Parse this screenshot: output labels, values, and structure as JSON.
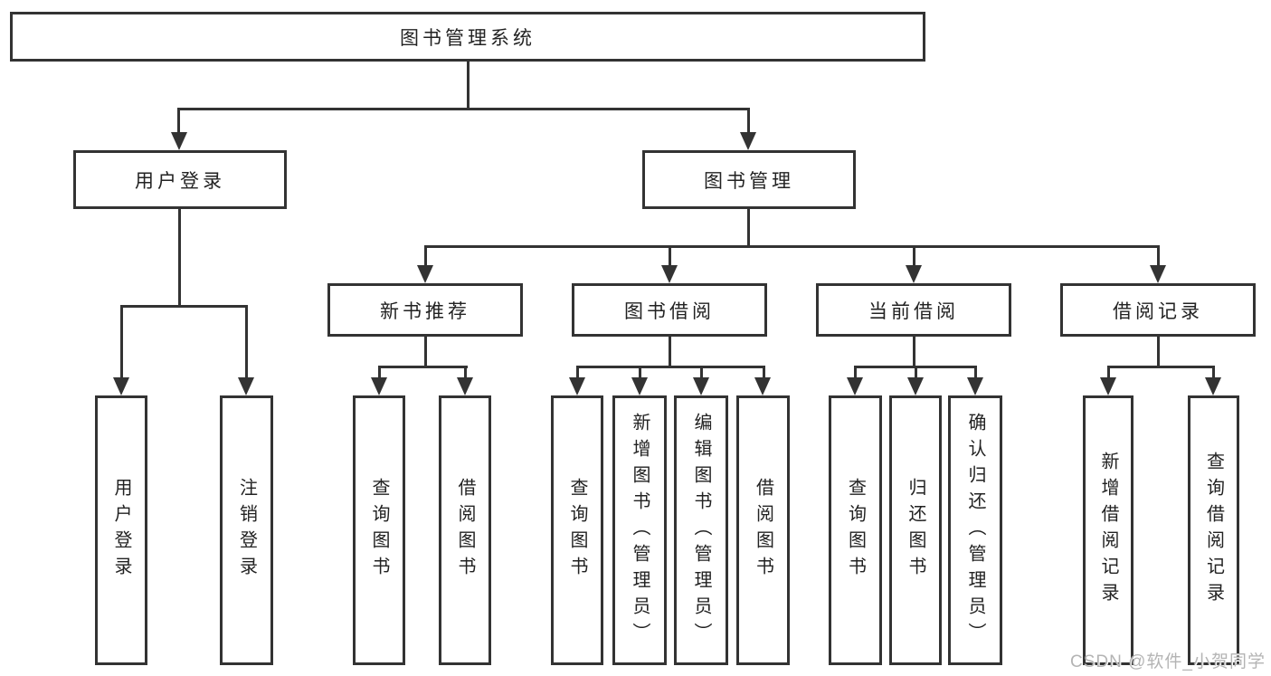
{
  "tree": {
    "label": "图书管理系统",
    "children": [
      {
        "label": "用户登录",
        "children": [
          {
            "label": "用户登录"
          },
          {
            "label": "注销登录"
          }
        ]
      },
      {
        "label": "图书管理",
        "children": [
          {
            "label": "新书推荐",
            "children": [
              {
                "label": "查询图书"
              },
              {
                "label": "借阅图书"
              }
            ]
          },
          {
            "label": "图书借阅",
            "children": [
              {
                "label": "查询图书"
              },
              {
                "label": "新增图书（管理员）"
              },
              {
                "label": "编辑图书（管理员）"
              },
              {
                "label": "借阅图书"
              }
            ]
          },
          {
            "label": "当前借阅",
            "children": [
              {
                "label": "查询图书"
              },
              {
                "label": "归还图书"
              },
              {
                "label": "确认归还（管理员）"
              }
            ]
          },
          {
            "label": "借阅记录",
            "children": [
              {
                "label": "新增借阅记录"
              },
              {
                "label": "查询借阅记录"
              }
            ]
          }
        ]
      }
    ]
  },
  "watermark": "CSDN @软件_小贺同学",
  "colors": {
    "line": "#333333",
    "text": "#222222",
    "box_background": "#ffffff",
    "watermark": "#b4b4b4"
  }
}
